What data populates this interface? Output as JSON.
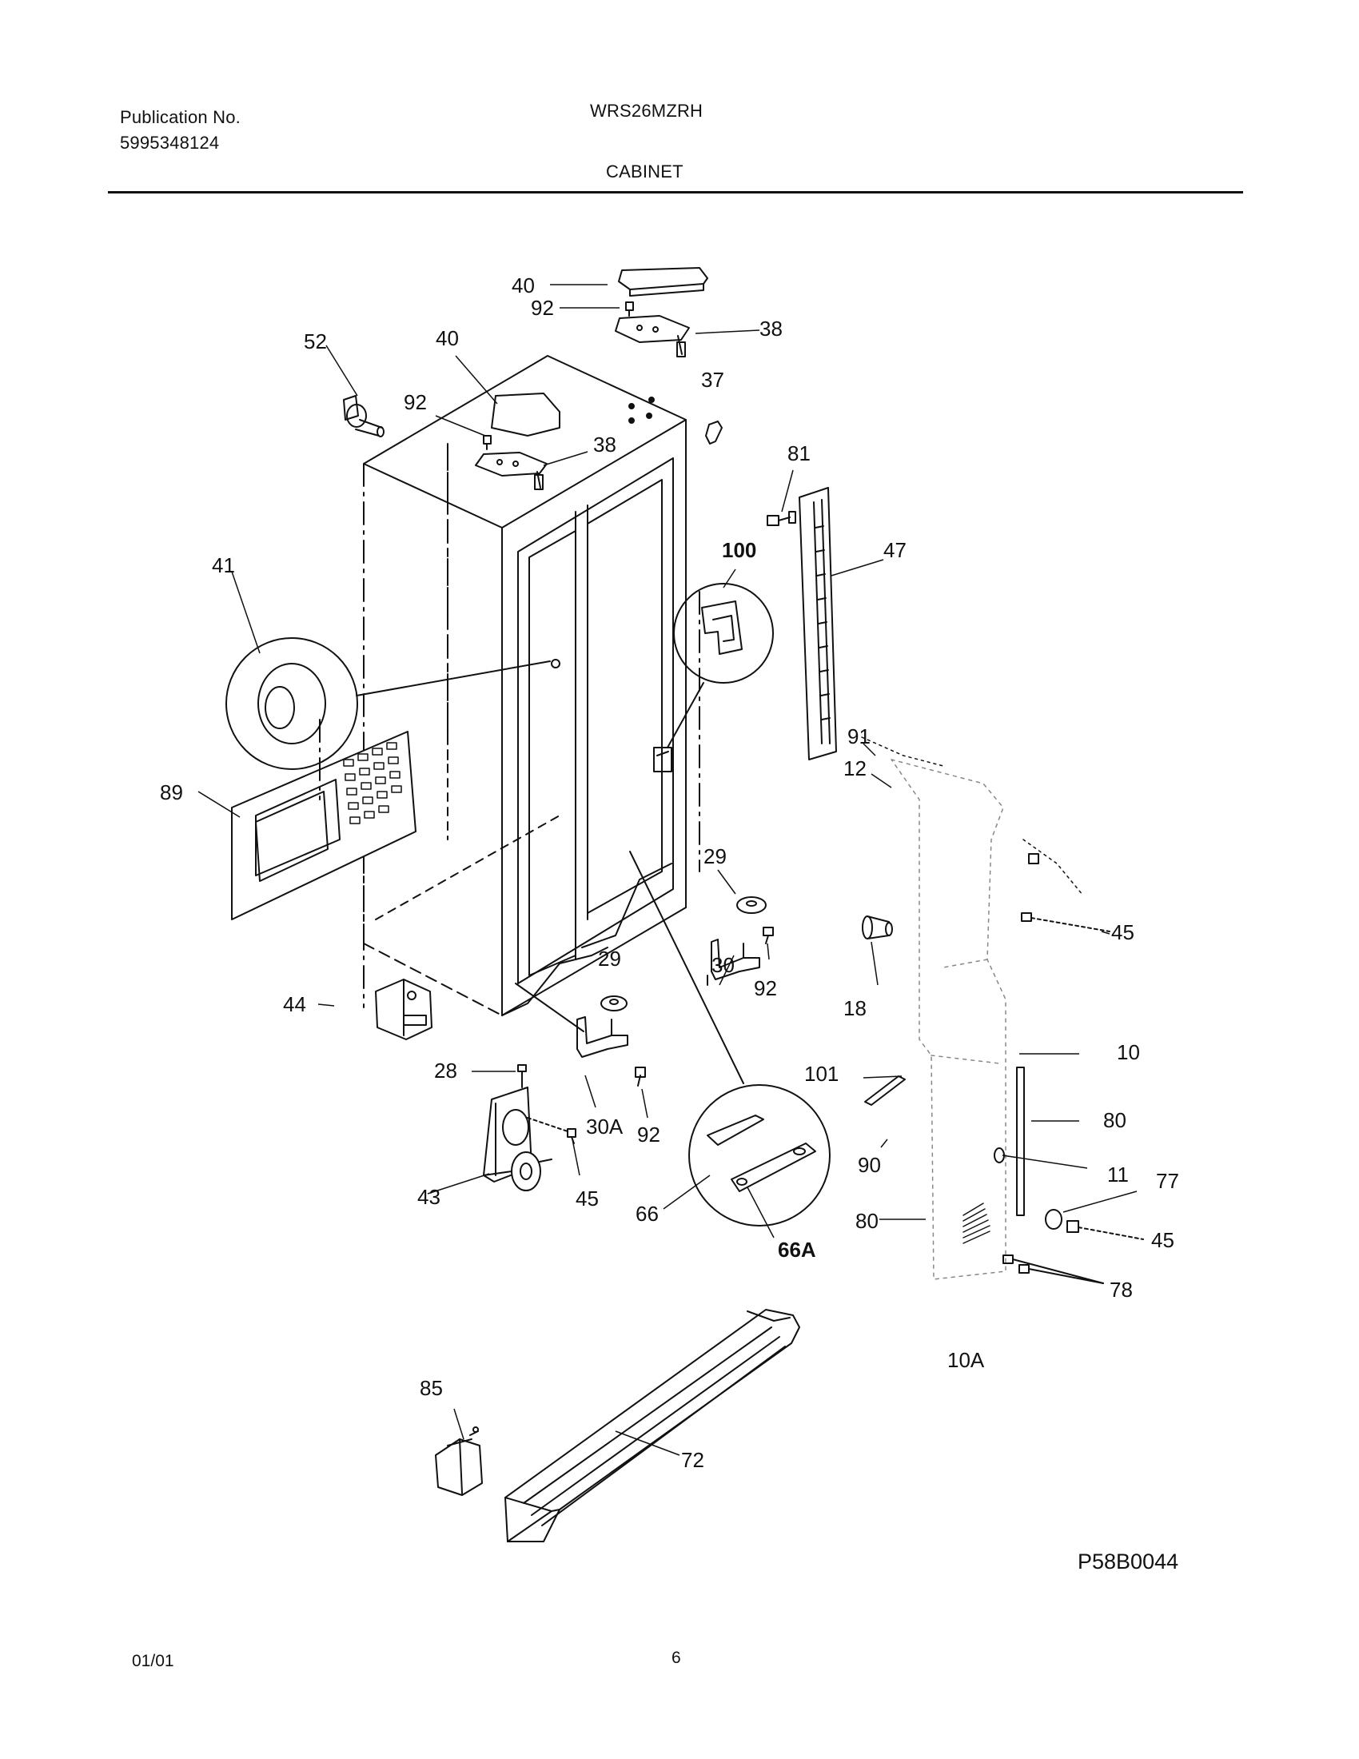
{
  "header": {
    "publication_label": "Publication No.",
    "publication_number": "5995348124",
    "model": "WRS26MZRH",
    "section": "CABINET"
  },
  "callouts": {
    "c40a": "40",
    "c92a": "92",
    "c38a": "38",
    "c52": "52",
    "c40b": "40",
    "c37": "37",
    "c92b": "92",
    "c38b": "38",
    "c81": "81",
    "c100": "100",
    "c47": "47",
    "c41": "41",
    "c91": "91",
    "c12": "12",
    "c89": "89",
    "c29a": "29",
    "c45a": "45",
    "c30": "30",
    "c92c": "92",
    "c18": "18",
    "c29b": "29",
    "c44": "44",
    "c10": "10",
    "c28": "28",
    "c101": "101",
    "c80a": "80",
    "c30A": "30A",
    "c92d": "92",
    "c90": "90",
    "c11": "11",
    "c77": "77",
    "c43": "43",
    "c45b": "45",
    "c66": "66",
    "c80b": "80",
    "c45c": "45",
    "c66A": "66A",
    "c78": "78",
    "c10A": "10A",
    "c85": "85",
    "c72": "72"
  },
  "footer": {
    "drawing_code": "P58B0044",
    "date": "01/01",
    "page": "6"
  }
}
